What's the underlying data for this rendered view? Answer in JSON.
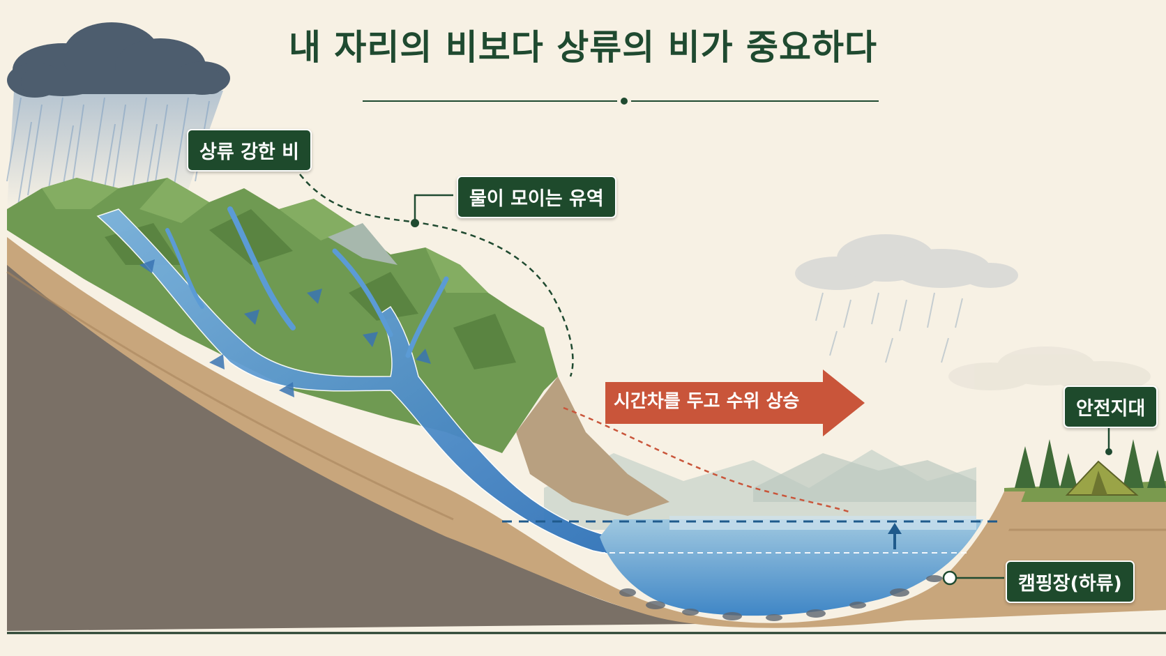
{
  "title": "내 자리의 비보다 상류의 비가 중요하다",
  "labels": {
    "upstream_rain": "상류 강한 비",
    "watershed": "물이 모이는 유역",
    "time_lag": "시간차를 두고 수위 상승",
    "safe_zone": "안전지대",
    "campsite": "캠핑장(하류)"
  },
  "icons": {
    "rain_cloud": "storm-cloud-icon",
    "light_rain_cloud": "light-rain-cloud-icon",
    "tent": "tent-icon",
    "rise_arrow": "arrow-up-icon"
  },
  "colors": {
    "background": "#f7f1e4",
    "title": "#1f4a30",
    "label_bg": "#1e4a2c",
    "arrow": "#c9553a",
    "water": "#3f86c6",
    "forest": "#6f9a52",
    "soil": "#c8a67c",
    "bedrock": "#7a7066",
    "water_level_line": "#1f5a8c"
  }
}
